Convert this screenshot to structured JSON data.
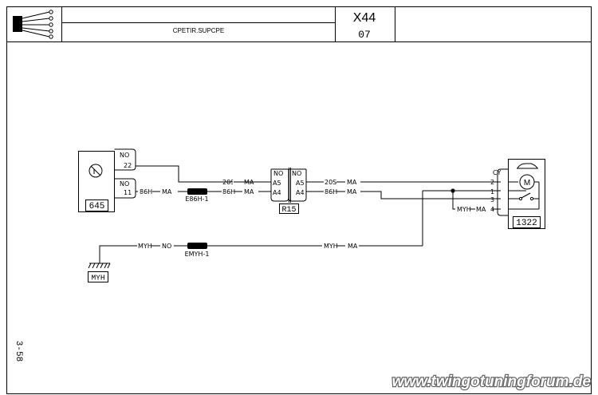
{
  "header": {
    "title": "CPETIR.SUPCPE",
    "code": "X44",
    "sheet": "07"
  },
  "components": {
    "c645": {
      "label": "645",
      "pins": {
        "p22": {
          "color": "NO",
          "num": "22"
        },
        "p11": {
          "color": "NO",
          "num": "11"
        }
      }
    },
    "r15": {
      "label": "R15",
      "left_color": "NO",
      "right_color": "NO",
      "left_pins": [
        "A5",
        "A4"
      ],
      "right_pins": [
        "A5",
        "A4"
      ]
    },
    "c1322": {
      "label": "1322",
      "color": "CY",
      "pins": [
        "2",
        "1",
        "3",
        "4"
      ]
    },
    "ground": {
      "label": "MYH"
    }
  },
  "wires": {
    "w20s_left": "20S",
    "w20s_left_color": "MA",
    "w86h_a": "86H",
    "w86h_a_color": "MA",
    "w86h_b": "86H",
    "w86h_b_color": "MA",
    "w20s_right": "20S",
    "w20s_right_color": "MA",
    "w86h_right": "86H",
    "w86h_right_color": "MA",
    "wmyh_pin4": "MYH",
    "wmyh_pin4_color": "MA",
    "wmyh_gnd": "MYH",
    "wmyh_gnd_color": "NO",
    "wmyh_mid": "MYH",
    "wmyh_mid_color": "MA"
  },
  "splices": {
    "e86h": "E86H-1",
    "emyh": "EMYH-1"
  },
  "page_ref": "3-58",
  "watermark": "www.twingotuningforum.de"
}
